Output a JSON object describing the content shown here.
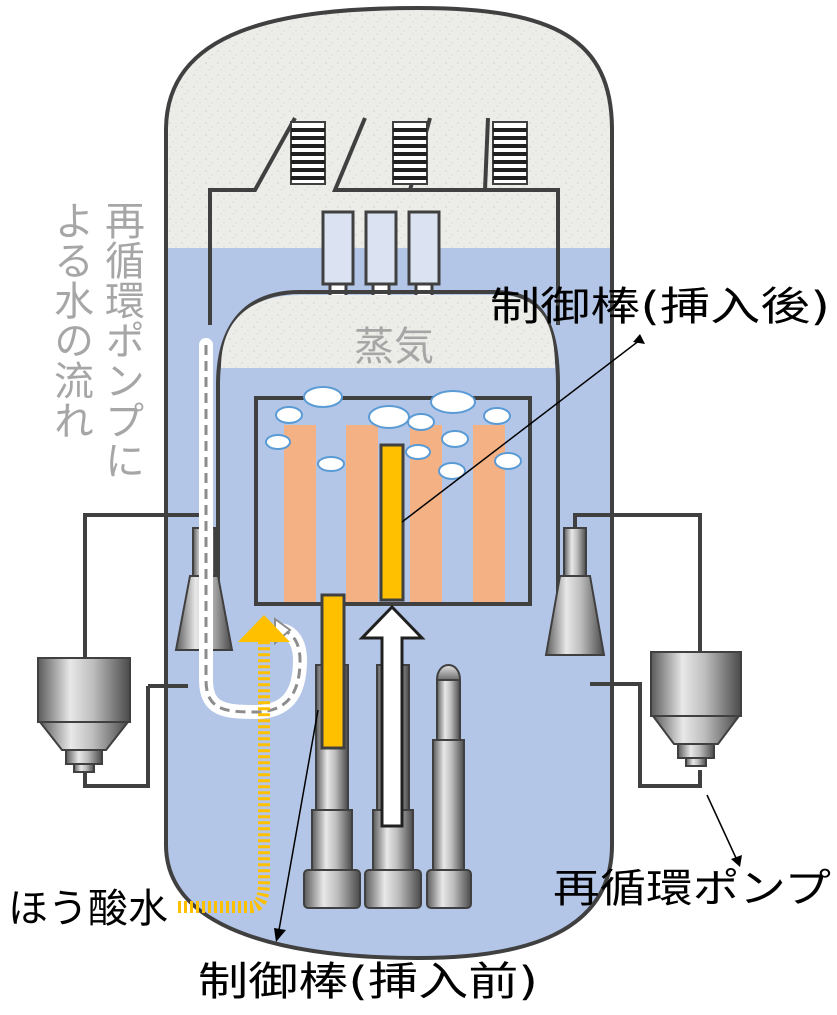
{
  "labels": {
    "recirc_flow_line1": "再循環ポンプに",
    "recirc_flow_line2": "よる水の流れ",
    "steam": "蒸気",
    "control_rod_after": "制御棒(挿入後)",
    "boric_water": "ほう酸水",
    "recirc_pump": "再循環ポンプ",
    "control_rod_before": "制御棒(挿入前)"
  },
  "colors": {
    "dome": "#ecece8",
    "water": "#b4c6e7",
    "fuel": "#f4b183",
    "control_rod": "#ffc000",
    "outline": "#404040",
    "grey_text": "#a6a6a6"
  },
  "icons": {
    "bubble": "steam-bubble-icon",
    "flow_arrow": "flow-arrow-icon"
  }
}
